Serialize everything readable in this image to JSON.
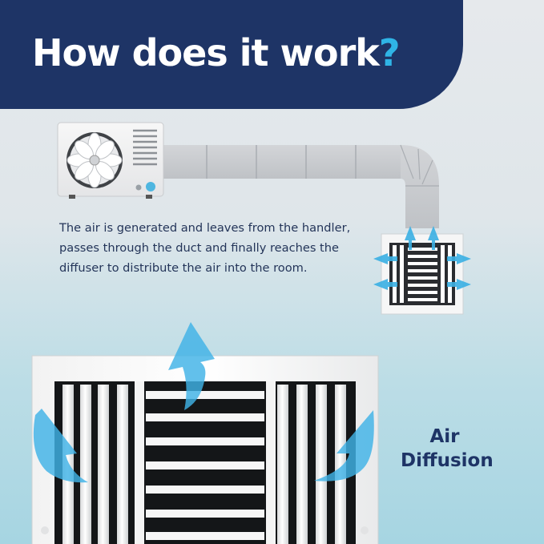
{
  "header": {
    "title": "How does it work",
    "title_mark": "?"
  },
  "description": "The air is generated and leaves from the handler, passes through the duct and finally reaches the diffuser to distribute the air into the room.",
  "label": {
    "line1": "Air",
    "line2": "Diffusion"
  },
  "colors": {
    "header_bg": "#1e3466",
    "accent": "#2fb4e6",
    "text": "#243559"
  },
  "icons": [
    "air-handler-unit",
    "fan-icon",
    "duct",
    "small-diffuser",
    "airflow-arrow-icon",
    "large-vent-grille"
  ]
}
